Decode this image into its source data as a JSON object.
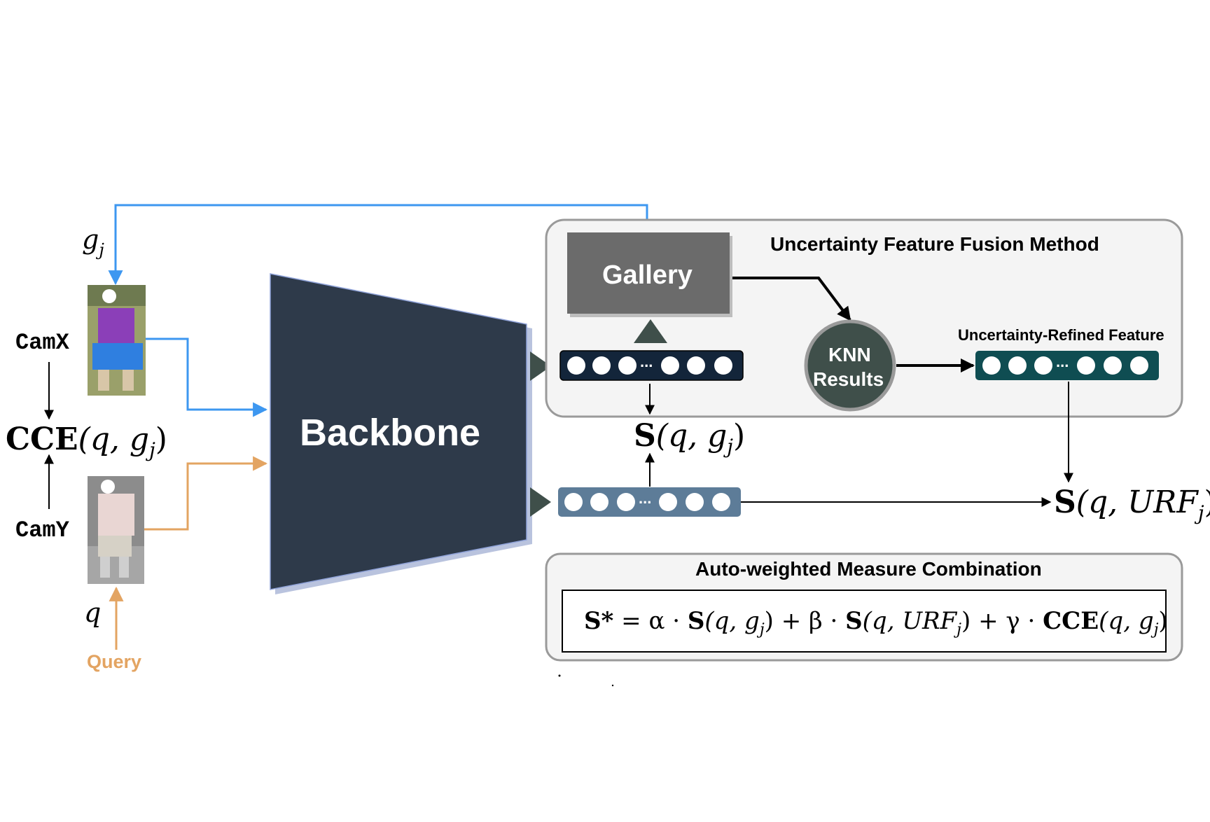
{
  "labels": {
    "gallery_var": "g",
    "gallery_var_sub": "j",
    "cam_x": "CamX",
    "cam_y": "CamY",
    "query_var": "q",
    "query_label": "Query",
    "backbone": "Backbone",
    "cce_main": "CCE",
    "cce_args": "(q, g",
    "cce_sub": "j",
    "cce_close": ")"
  },
  "fusion": {
    "title": "Uncertainty Feature Fusion Method",
    "gallery": "Gallery",
    "knn_line1": "KNN",
    "knn_line2": "Results",
    "urf_label": "Uncertainty-Refined Feature",
    "ellipsis": "..."
  },
  "scores": {
    "s_main": "S",
    "s_qg_args": "(q, g",
    "s_qg_sub": "j",
    "s_qg_close": ")",
    "s_urf_args": "(q, URF",
    "s_urf_sub": "j",
    "s_urf_close": ")"
  },
  "combination": {
    "title": "Auto-weighted Measure Combination",
    "formula_star": "S*",
    "formula_p1": " = α · ",
    "formula_s1": "S",
    "formula_p2": "(q, g",
    "formula_sub1": "j",
    "formula_p3": ") + β · ",
    "formula_s2": "S",
    "formula_p4": "(q, URF",
    "formula_sub2": "j",
    "formula_p5": ") + γ · ",
    "formula_cce": "CCE",
    "formula_p6": "(q, g",
    "formula_sub3": "j",
    "formula_p7": ")"
  },
  "colors": {
    "blue": "#3d97f0",
    "orange": "#e3a462",
    "backbone": "#2e3a4a",
    "gallery_box": "#6b6b6b",
    "knn_circle": "#3f4f4a",
    "urf_bar": "#0f4d52",
    "gallery_bar": "#13253a",
    "query_bar": "#5d7c98"
  }
}
